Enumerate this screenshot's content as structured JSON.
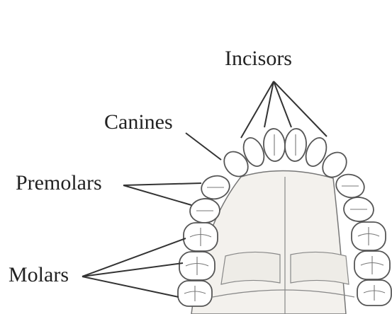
{
  "labels": {
    "incisors": "Incisors",
    "canines": "Canines",
    "premolars": "Premolars",
    "molars": "Molars"
  },
  "colors": {
    "background": "#ffffff",
    "outline": "#555555",
    "leader": "#333333",
    "palate_fill": "#f3f1ed"
  }
}
